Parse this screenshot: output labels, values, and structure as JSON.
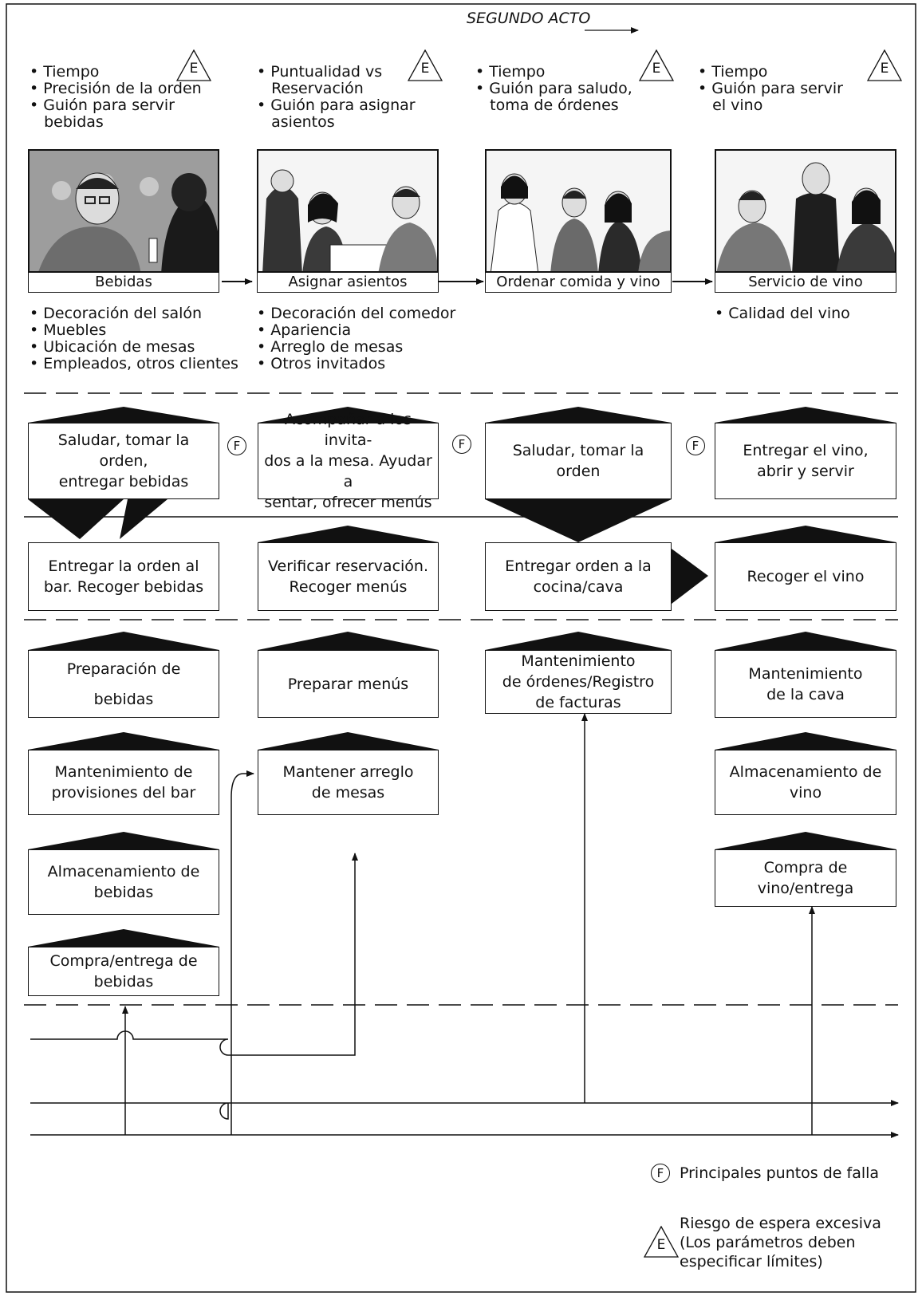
{
  "header": {
    "segundo_acto": "SEGUNDO ACTO"
  },
  "top_columns": [
    {
      "bullets": [
        "Tiempo",
        "Precisión de la orden",
        "Guión para servir",
        "bebidas"
      ],
      "cont": [
        false,
        false,
        false,
        true
      ],
      "e_label": "E"
    },
    {
      "bullets": [
        "Puntualidad vs",
        "Reservación",
        "Guión para asignar",
        "asientos"
      ],
      "cont": [
        false,
        true,
        false,
        true
      ],
      "e_label": "E"
    },
    {
      "bullets": [
        "Tiempo",
        "Guión para saludo,",
        "toma de órdenes"
      ],
      "cont": [
        false,
        false,
        true
      ],
      "e_label": "E"
    },
    {
      "bullets": [
        "Tiempo",
        "Guión para servir",
        "el vino"
      ],
      "cont": [
        false,
        false,
        true
      ],
      "e_label": "E"
    }
  ],
  "stages": [
    {
      "caption": "Bebidas",
      "evidence": [
        "Decoración del salón",
        "Muebles",
        "Ubicación de mesas",
        "Empleados, otros clientes"
      ]
    },
    {
      "caption": "Asignar asientos",
      "evidence": [
        "Decoración del comedor",
        "Apariencia",
        "Arreglo de mesas",
        "Otros invitados"
      ]
    },
    {
      "caption": "Ordenar comida y vino",
      "evidence": []
    },
    {
      "caption": "Servicio de vino",
      "evidence": [
        "Calidad del vino"
      ]
    }
  ],
  "frontstage": [
    {
      "lines": [
        "Saludar, tomar la orden,",
        "entregar bebidas"
      ]
    },
    {
      "lines": [
        "Acompañar a los invita-",
        "dos a la mesa. Ayudar a",
        "sentar, ofrecer menús"
      ]
    },
    {
      "lines": [
        "Saludar, tomar la",
        "orden"
      ]
    },
    {
      "lines": [
        "Entregar el vino,",
        "abrir y servir"
      ]
    }
  ],
  "fail_label": "F",
  "backstage": [
    {
      "lines": [
        "Entregar la orden al",
        "bar. Recoger bebidas"
      ]
    },
    {
      "lines": [
        "Verificar reservación.",
        "Recoger menús"
      ]
    },
    {
      "lines": [
        "Entregar orden a la",
        "cocina/cava"
      ]
    },
    {
      "lines": [
        "Recoger el vino"
      ]
    }
  ],
  "support": {
    "col1": [
      {
        "lines": [
          "Preparación de",
          "bebidas"
        ]
      },
      {
        "lines": [
          "Mantenimiento de",
          "provisiones del bar"
        ]
      },
      {
        "lines": [
          "Almacenamiento de",
          "bebidas"
        ]
      },
      {
        "lines": [
          "Compra/entrega de",
          "bebidas"
        ]
      }
    ],
    "col2": [
      {
        "lines": [
          "Preparar menús"
        ]
      },
      {
        "lines": [
          "Mantener arreglo",
          "de mesas"
        ]
      }
    ],
    "col3": [
      {
        "lines": [
          "Mantenimiento",
          "de órdenes/Registro",
          "de facturas"
        ]
      }
    ],
    "col4": [
      {
        "lines": [
          "Mantenimiento",
          "de la cava"
        ]
      },
      {
        "lines": [
          "Almacenamiento de",
          "vino"
        ]
      },
      {
        "lines": [
          "Compra de",
          "vino/entrega"
        ]
      }
    ]
  },
  "legend": {
    "fail_text": "Principales puntos de falla",
    "wait_lines": [
      "Riesgo de espera excesiva",
      "(Los parámetros deben",
      "especificar límites)"
    ]
  }
}
